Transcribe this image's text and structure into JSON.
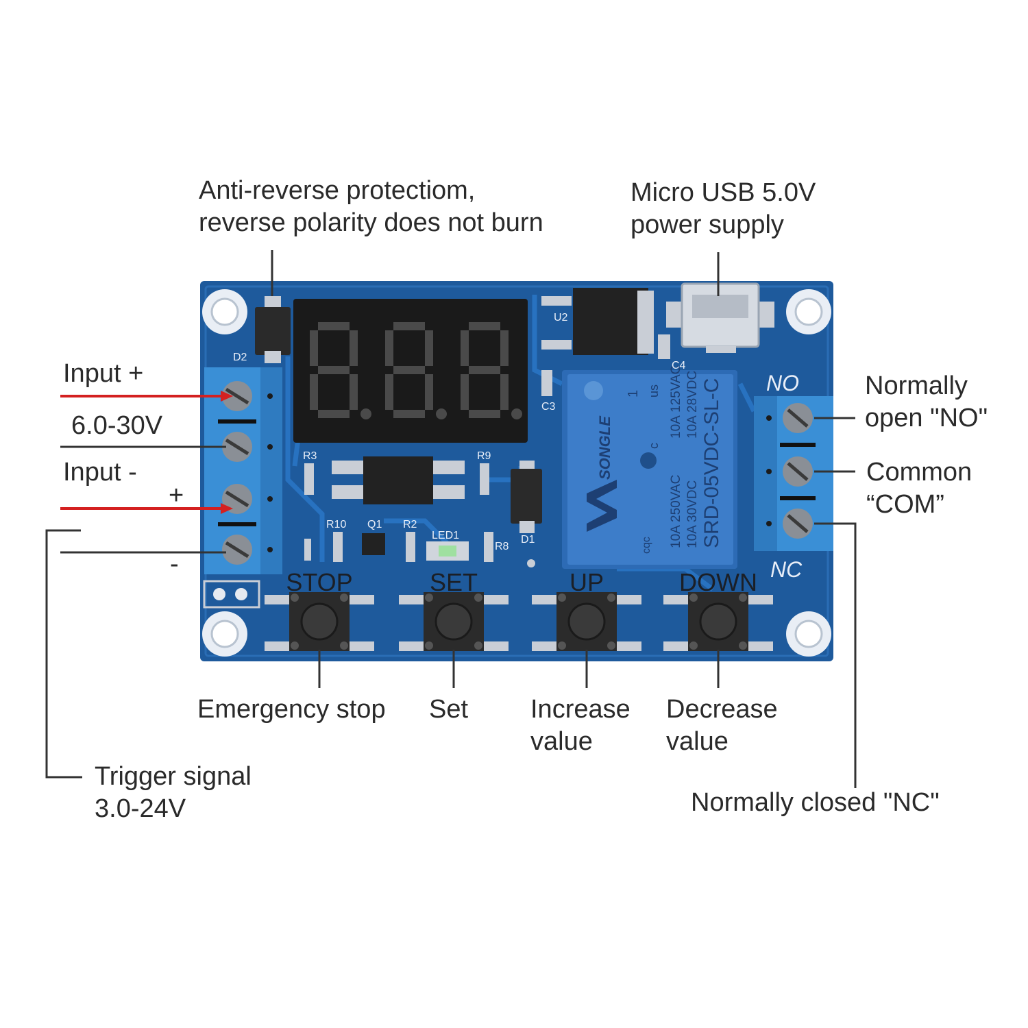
{
  "callouts": {
    "anti_reverse": [
      "Anti-reverse protectiom,",
      "reverse polarity does not burn"
    ],
    "micro_usb": [
      "Micro USB 5.0V",
      "power supply"
    ],
    "input_plus": "Input +",
    "input_voltage": "6.0-30V",
    "input_minus": "Input -",
    "trigger_plus": "+",
    "trigger_minus": "-",
    "trigger_signal": [
      "Trigger signal",
      "3.0-24V"
    ],
    "normally_open": [
      "Normally",
      "open \"NO\""
    ],
    "common": [
      "Common",
      "“COM”"
    ],
    "normally_closed": "Normally closed \"NC\"",
    "emergency_stop": "Emergency stop",
    "set": "Set",
    "increase": [
      "Increase",
      "value"
    ],
    "decrease": [
      "Decrease",
      "value"
    ]
  },
  "board": {
    "display_digits": "8.8.8.",
    "buttons": [
      "STOP",
      "SET",
      "UP",
      "DOWN"
    ],
    "relay_terminal_no": "NO",
    "relay_terminal_nc": "NC",
    "silkscreen": [
      "D2",
      "U2",
      "C3",
      "C4",
      "R3",
      "R9",
      "R10",
      "Q1",
      "R2",
      "LED1",
      "R8",
      "D1"
    ],
    "relay": {
      "brand": "SONGLE",
      "model": "SRD-05VDC-SL-C",
      "ratings": [
        "10A 250VAC",
        "10A 30VDC",
        "10A 125VAC",
        "10A 28VDC"
      ],
      "marks": [
        "cqc",
        "c",
        "us",
        "1"
      ]
    }
  },
  "colors": {
    "pcb": "#1e5a9c",
    "terminal_block": "#3a8fd6",
    "relay_body": "#3d7dc9",
    "wire_red": "#d42020",
    "wire_dark": "#333333",
    "display_bg": "#1a1a1a",
    "segment_off": "#4a4a4a"
  }
}
